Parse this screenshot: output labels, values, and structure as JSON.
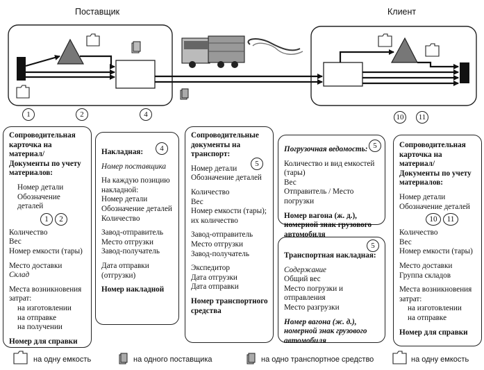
{
  "header": {
    "supplier": "Поставщик",
    "client": "Клиент"
  },
  "steps": [
    "1",
    "2",
    "4",
    "5",
    "10",
    "11"
  ],
  "cards": {
    "c1": {
      "title": "Сопроводительная карточка на материал/ Документы по учету материалов:",
      "l1": "Номер детали",
      "l2": "Обозначение деталей",
      "n1": "1",
      "n2": "2",
      "l3": "Количество",
      "l4": "Вес",
      "l5": "Номер емкости (тары)",
      "l6": "Место доставки",
      "l7": "Склад",
      "l8": "Места возникновения затрат:",
      "l9": "на изготовлении",
      "l10": "на отправке",
      "l11": "на получении",
      "l12": "Номер для справки"
    },
    "c2": {
      "title": "Накладная:",
      "num": "4",
      "l1": "Номер поставщика",
      "l2": "На каждую позицию накладной:",
      "l3": "Номер детали",
      "l4": "Обозначение деталей",
      "l5": "Количество",
      "l6": "Завод-отправитель",
      "l7": "Место отгрузки",
      "l8": "Завод-получатель",
      "l9": "Дата отправки (отгрузки)",
      "l10": "Номер накладной"
    },
    "c3": {
      "title": "Сопроводительные документы на транспорт:",
      "num": "5",
      "l1": "Номер детали",
      "l2": "Обозначение деталей",
      "l3": "Количество",
      "l4": "Вес",
      "l5": "Номер емкости (тары); их количество",
      "l6": "Завод-отправитель",
      "l7": "Место отгрузки",
      "l8": "Завод-получатель",
      "l9": "Экспедитор",
      "l10": "Дата отгрузки",
      "l11": "Дата отправки",
      "l12": "Номер транспортного средства"
    },
    "c4": {
      "title": "Погрузочная ведомость:",
      "num": "5",
      "l1": "Количество и вид емкостей (тары)",
      "l2": "Вес",
      "l3": "Отправитель / Место погрузки",
      "l4": "Номер вагона (ж. д.), номерной знак грузового автомобиля"
    },
    "c5": {
      "title": "Транспортная накладная:",
      "num": "5",
      "l1": "Содержание",
      "l2": "Общий вес",
      "l3": "Место погрузки и отправления",
      "l4": "Место разгрузки",
      "l5": "Номер вагона (ж. д.), номерной знак грузового автомобиля"
    },
    "c6": {
      "title": "Сопроводительная карточка на материал/ Документы по учету материалов:",
      "l1": "Номер детали",
      "l2": "Обозначение деталей",
      "n1": "10",
      "n2": "11",
      "l3": "Количество",
      "l4": "Вес",
      "l5": "Номер емкости (тары)",
      "l6": "Место доставки",
      "l7": "Группа складов",
      "l8": "Места возникновения затрат:",
      "l9": "на изготовлении",
      "l10": "на отправке",
      "l11": "Номер для справки"
    }
  },
  "legend": {
    "l1": "на одну емкость",
    "l2": "на одного поставщика",
    "l3": "на одно транспортное средство",
    "l4": "на одну емкость"
  }
}
